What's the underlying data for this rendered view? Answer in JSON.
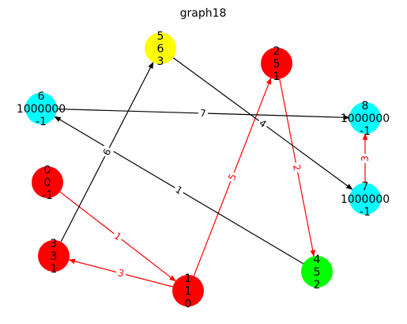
{
  "title": "graph18",
  "colors": {
    "red": "#ff0000",
    "yellow": "#ffff00",
    "cyan": "#00ffff",
    "green": "#00ff00",
    "black_edge": "#000000",
    "red_edge": "#ff0000"
  },
  "nodes": [
    {
      "id": "0",
      "lines": [
        "0",
        "0",
        "-1"
      ],
      "color": "red"
    },
    {
      "id": "1",
      "lines": [
        "1",
        "1",
        "0"
      ],
      "color": "red"
    },
    {
      "id": "2",
      "lines": [
        "2",
        "5",
        "1"
      ],
      "color": "red"
    },
    {
      "id": "3",
      "lines": [
        "3",
        "3",
        "1"
      ],
      "color": "red"
    },
    {
      "id": "4",
      "lines": [
        "4",
        "5",
        "2"
      ],
      "color": "green"
    },
    {
      "id": "5",
      "lines": [
        "5",
        "6",
        "3"
      ],
      "color": "yellow"
    },
    {
      "id": "6",
      "lines": [
        "6",
        "1000000",
        "-1"
      ],
      "color": "cyan"
    },
    {
      "id": "7",
      "lines": [
        "7",
        "1000000",
        "-1"
      ],
      "color": "cyan"
    },
    {
      "id": "8",
      "lines": [
        "8",
        "1000000",
        "-1"
      ],
      "color": "cyan"
    }
  ],
  "edges": [
    {
      "from": "0",
      "to": "1",
      "label": "1",
      "color": "red_edge"
    },
    {
      "from": "1",
      "to": "3",
      "label": "3",
      "color": "red_edge"
    },
    {
      "from": "1",
      "to": "2",
      "label": "5",
      "color": "red_edge"
    },
    {
      "from": "2",
      "to": "4",
      "label": "2",
      "color": "red_edge"
    },
    {
      "from": "7",
      "to": "8",
      "label": "3",
      "color": "red_edge"
    },
    {
      "from": "3",
      "to": "5",
      "label": "6",
      "color": "black_edge"
    },
    {
      "from": "5",
      "to": "7",
      "label": "4",
      "color": "black_edge"
    },
    {
      "from": "4",
      "to": "6",
      "label": "1",
      "color": "black_edge"
    },
    {
      "from": "6",
      "to": "8",
      "label": "7",
      "color": "black_edge"
    }
  ]
}
